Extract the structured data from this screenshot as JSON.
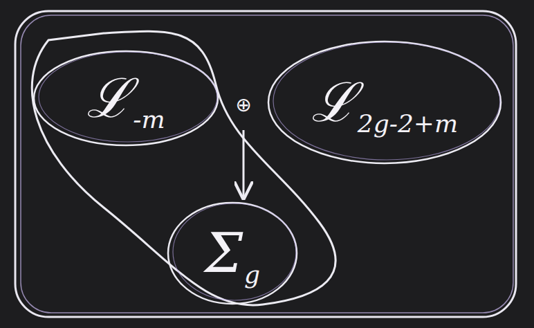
{
  "diagram": {
    "nodes": [
      {
        "text": [
          "ℒ",
          "-m"
        ]
      },
      {
        "text": [
          "ℒ",
          "2g-2+m"
        ]
      },
      {
        "text": [
          "Σ",
          "g"
        ]
      }
    ],
    "labels": [
      "⊕"
    ]
  }
}
